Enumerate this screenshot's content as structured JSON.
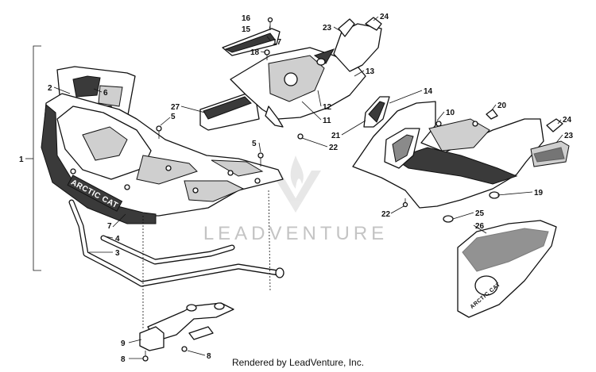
{
  "watermark": {
    "text": "LEADVENTURE",
    "logo_icon": "flame-v-logo-icon"
  },
  "footer": {
    "text": "Rendered by LeadVenture, Inc."
  },
  "brand_decals": [
    "ARCTIC CAT",
    "ARCTIC CAT"
  ],
  "callouts": [
    "1",
    "2",
    "3",
    "4",
    "5",
    "5",
    "6",
    "7",
    "8",
    "8",
    "9",
    "10",
    "11",
    "12",
    "13",
    "14",
    "15",
    "16",
    "17",
    "18",
    "19",
    "20",
    "21",
    "22",
    "22",
    "23",
    "23",
    "24",
    "24",
    "25",
    "26",
    "27"
  ],
  "colors": {
    "line": "#111111",
    "watermark": "#c4c4c4",
    "panel_dark": "#3a3a3a"
  }
}
